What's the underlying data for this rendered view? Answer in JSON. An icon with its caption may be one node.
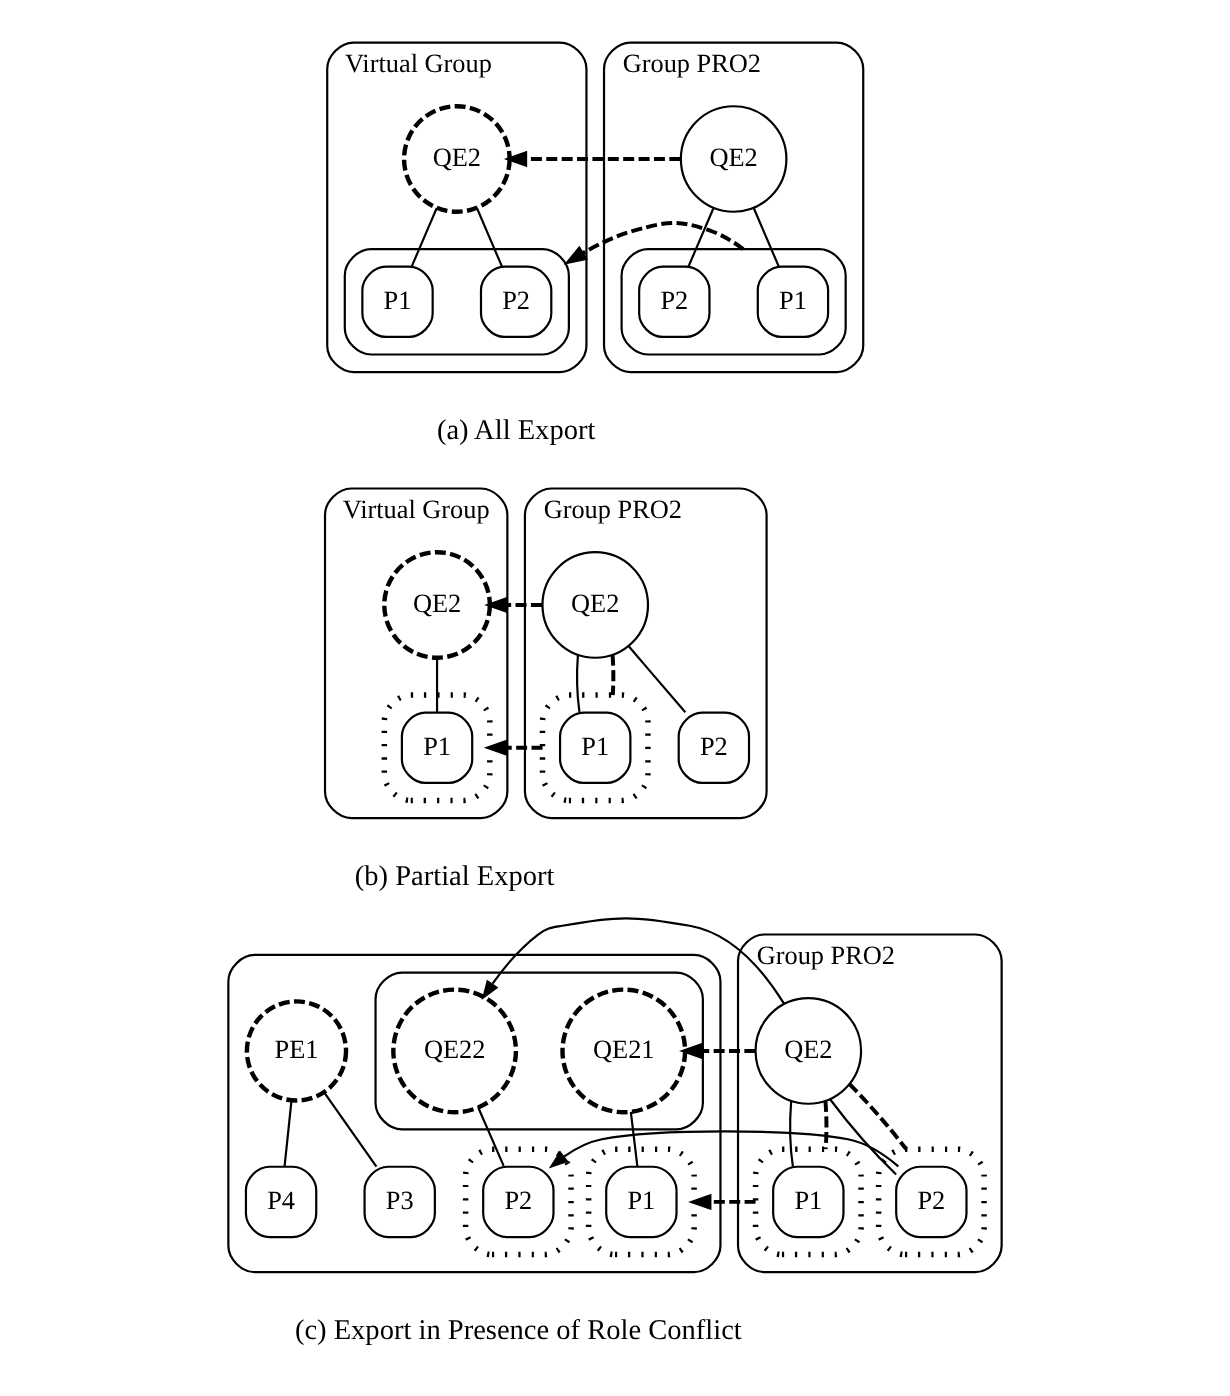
{
  "diagram": {
    "nodes": [
      {
        "text": [
          "Virtual Group"
        ]
      },
      {
        "text": [
          "QE2"
        ],
        "in": 0
      },
      {
        "text": [],
        "shape": "box",
        "in": 0
      },
      {
        "text": [
          "P2"
        ],
        "in": 2
      },
      {
        "text": [
          "P1"
        ],
        "in": 2
      },
      {
        "text": [
          "Group PRO2"
        ]
      },
      {
        "text": [
          "QE2"
        ],
        "in": 5
      },
      {
        "text": [],
        "shape": "box",
        "in": 5
      },
      {
        "text": [
          "P1"
        ],
        "in": 7
      },
      {
        "text": [
          "P2"
        ],
        "in": 7
      },
      {
        "text": [
          "Virtual Group"
        ]
      },
      {
        "text": [
          "QE2"
        ],
        "in": 10
      },
      {
        "text": [],
        "shape": "box",
        "in": 10
      },
      {
        "text": [
          "P1"
        ],
        "in": 12
      },
      {
        "text": [
          "Group PRO2"
        ]
      },
      {
        "text": [
          "QE2"
        ],
        "in": 14
      },
      {
        "text": [],
        "shape": "box",
        "in": 14
      },
      {
        "text": [
          "P1"
        ],
        "in": 16
      },
      {
        "text": [
          "P2"
        ],
        "in": 14
      },
      {
        "text": [],
        "shape": "box"
      },
      {
        "text": [
          "PE1"
        ],
        "in": 19
      },
      {
        "text": [
          "P4"
        ],
        "in": 19
      },
      {
        "text": [
          "P3"
        ],
        "in": 19
      },
      {
        "text": [],
        "shape": "box",
        "in": 19
      },
      {
        "text": [
          "QE22"
        ],
        "in": 23
      },
      {
        "text": [
          "QE21"
        ],
        "in": 23
      },
      {
        "text": [],
        "shape": "box",
        "in": 19
      },
      {
        "text": [
          "P2"
        ],
        "in": 26
      },
      {
        "text": [],
        "shape": "box",
        "in": 19
      },
      {
        "text": [
          "P1"
        ],
        "in": 28
      },
      {
        "text": [
          "Group PRO2"
        ]
      },
      {
        "text": [
          "QE2"
        ],
        "in": 30
      },
      {
        "text": [],
        "shape": "box",
        "in": 30
      },
      {
        "text": [
          "P1"
        ],
        "in": 32
      },
      {
        "text": [],
        "shape": "box",
        "in": 30
      },
      {
        "text": [
          "P2"
        ],
        "in": 34
      }
    ],
    "edges": [
      {
        "from": 1,
        "to": 3,
        "arrow": "none"
      },
      {
        "from": 1,
        "to": 4,
        "arrow": "none"
      },
      {
        "from": 6,
        "to": 1,
        "arrow": "to",
        "style": "dashed"
      },
      {
        "from": 6,
        "to": 8,
        "arrow": "none"
      },
      {
        "from": 6,
        "to": 9,
        "arrow": "none"
      },
      {
        "from": 7,
        "to": 2,
        "arrow": "to",
        "style": "dashed"
      },
      {
        "from": 11,
        "to": 13,
        "arrow": "none"
      },
      {
        "from": 15,
        "to": 11,
        "arrow": "to",
        "style": "dashed"
      },
      {
        "from": 15,
        "to": 17,
        "arrow": "none"
      },
      {
        "from": 15,
        "to": 16,
        "arrow": "none",
        "style": "dashed"
      },
      {
        "from": 15,
        "to": 18,
        "arrow": "none"
      },
      {
        "from": 16,
        "to": 12,
        "arrow": "to",
        "style": "dashed"
      },
      {
        "from": 20,
        "to": 21,
        "arrow": "none"
      },
      {
        "from": 20,
        "to": 22,
        "arrow": "none"
      },
      {
        "from": 24,
        "to": 27,
        "arrow": "none"
      },
      {
        "from": 25,
        "to": 29,
        "arrow": "none"
      },
      {
        "from": 31,
        "to": 24,
        "arrow": "to"
      },
      {
        "from": 31,
        "to": 25,
        "arrow": "to",
        "style": "dashed"
      },
      {
        "from": 31,
        "to": 33,
        "arrow": "none"
      },
      {
        "from": 31,
        "to": 32,
        "arrow": "none",
        "style": "dashed"
      },
      {
        "from": 31,
        "to": 35,
        "arrow": "none"
      },
      {
        "from": 31,
        "to": 34,
        "arrow": "none",
        "style": "dashed"
      },
      {
        "from": 32,
        "to": 28,
        "arrow": "to",
        "style": "dashed"
      },
      {
        "from": 35,
        "to": 27,
        "arrow": "to"
      }
    ],
    "labels": [
      "(a) All Export",
      "(b) Partial Export",
      "(c) Export in Presence of Role Conflict"
    ]
  }
}
